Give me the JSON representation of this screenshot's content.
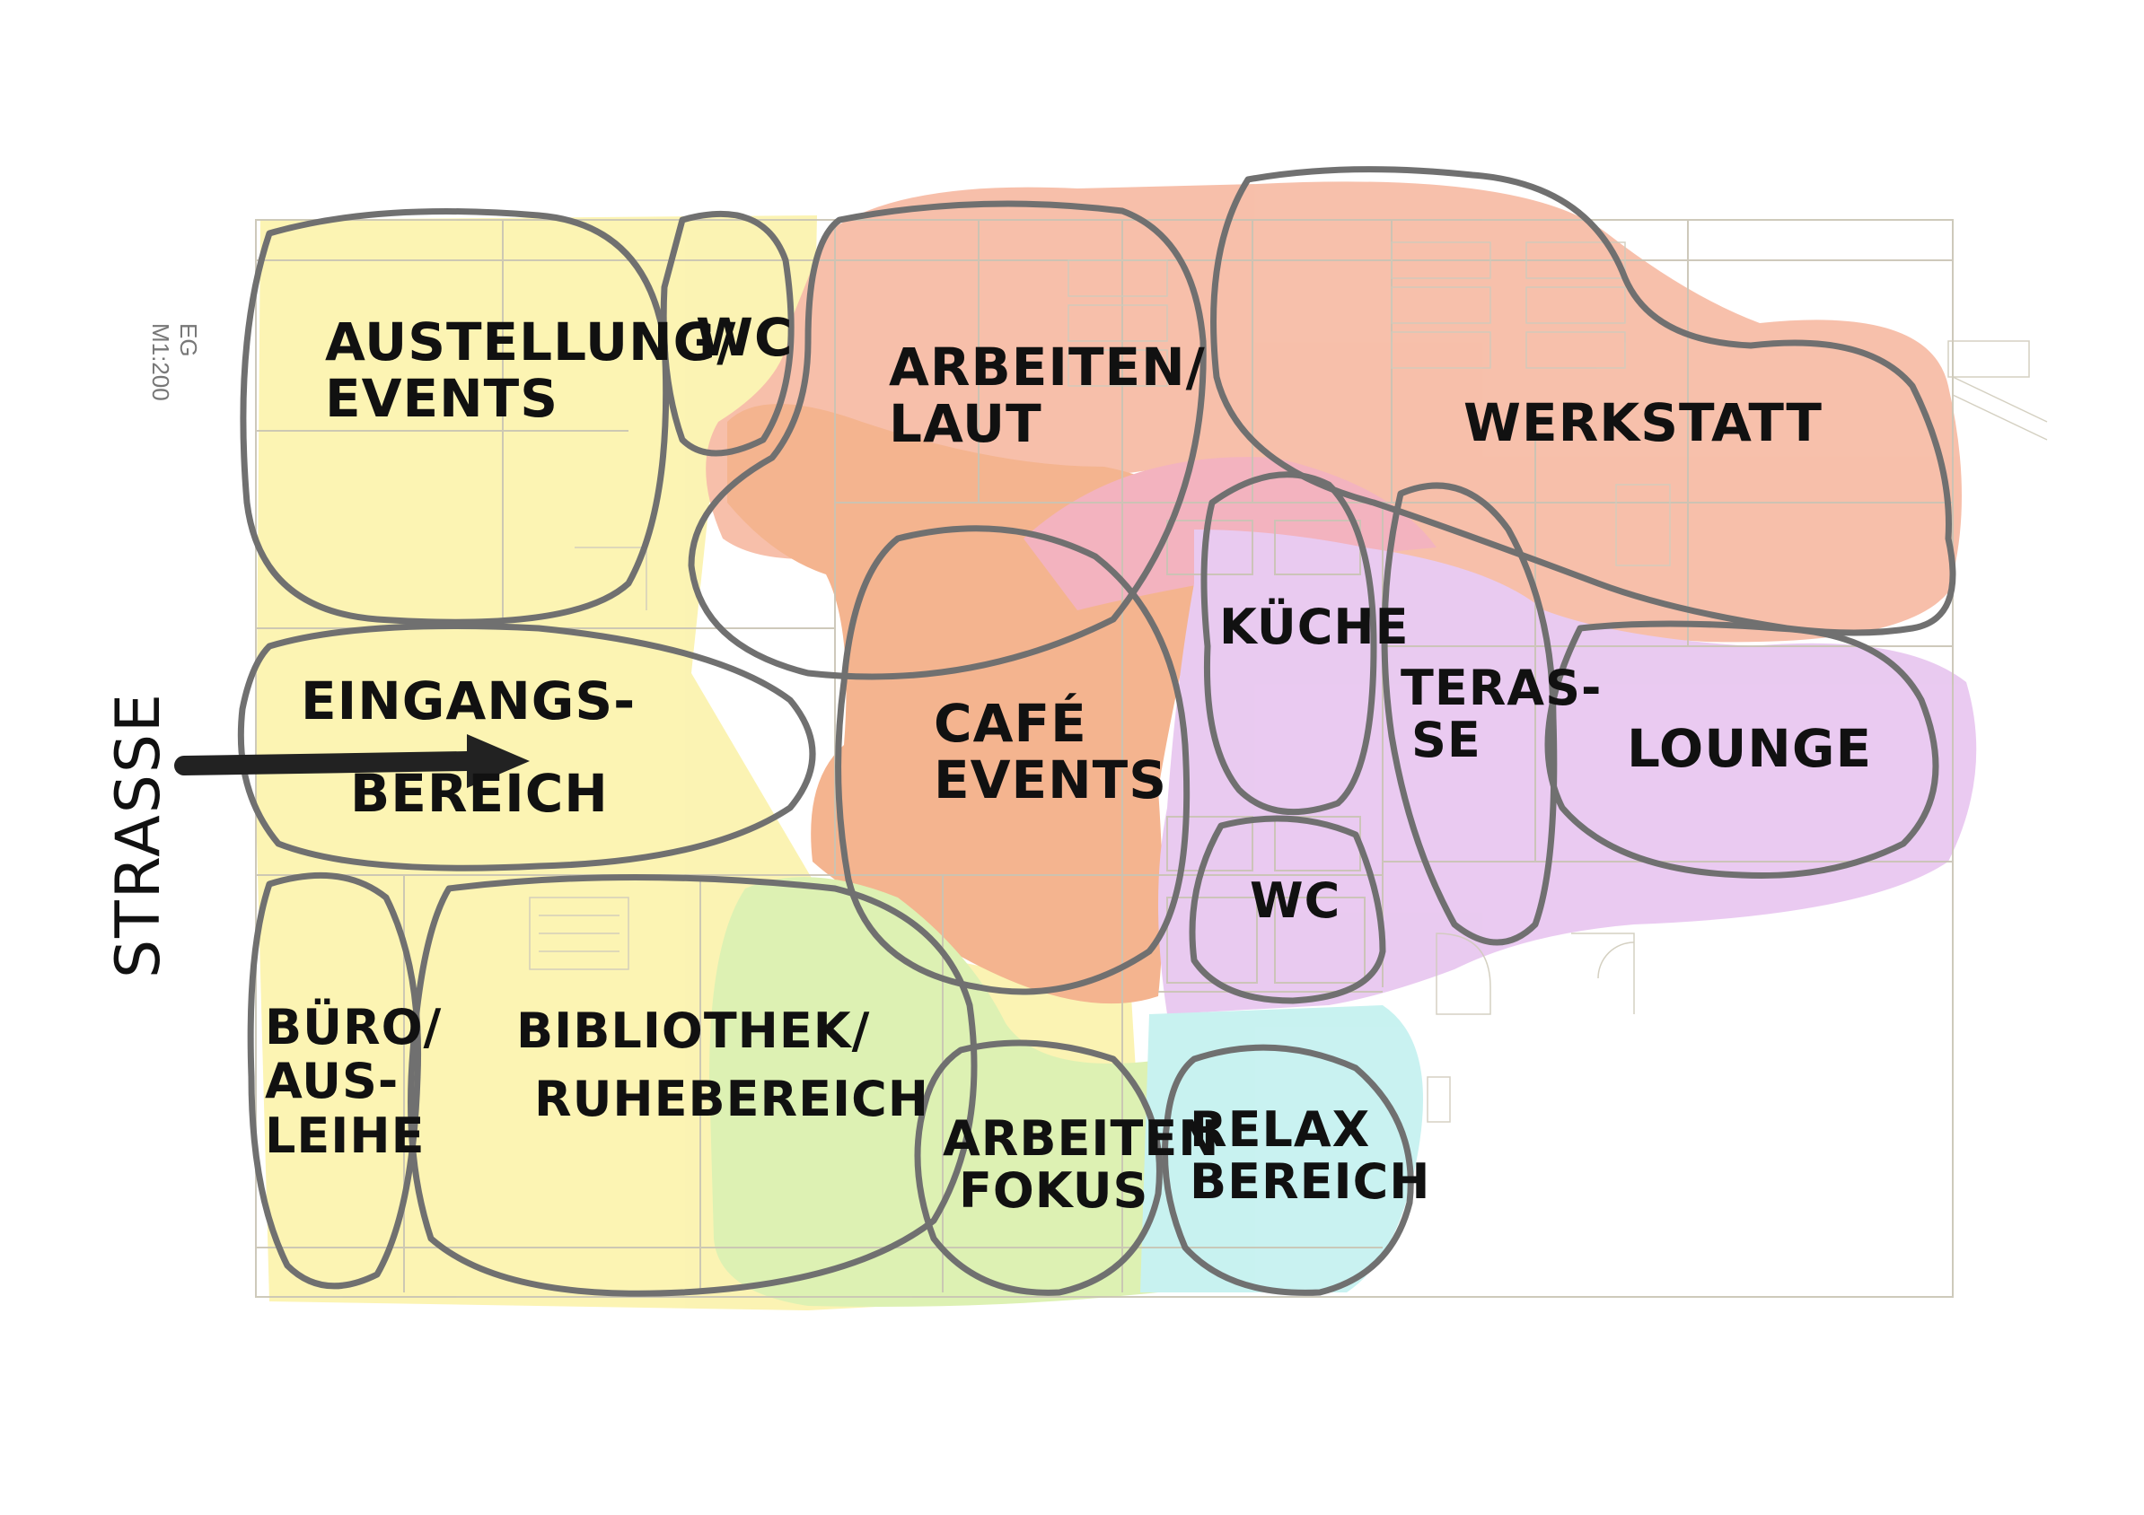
{
  "floor": {
    "level": "EG",
    "scale": "M1:200"
  },
  "street_label": "STRASSE",
  "zones": {
    "ausstellung": [
      "AUSTELLUNG/",
      "EVENTS"
    ],
    "wc_top": [
      "WC"
    ],
    "arbeiten_laut": [
      "ARBEITEN/",
      "LAUT"
    ],
    "werkstatt": [
      "WERKSTATT"
    ],
    "kueche": [
      "KÜCHE"
    ],
    "terrasse": [
      "TERAS-",
      "SE"
    ],
    "lounge": [
      "LOUNGE"
    ],
    "eingang": [
      "EINGANGS-",
      "BEREICH"
    ],
    "cafe": [
      "CAFÉ",
      "EVENTS"
    ],
    "wc_mid": [
      "WC"
    ],
    "buero": [
      "BÜRO/",
      "AUS-",
      "LEIHE"
    ],
    "bibliothek": [
      "BIBLIOTHEK/",
      "RUHEBEREICH"
    ],
    "arbeiten_fokus": [
      "ARBEITEN",
      "FOKUS"
    ],
    "relax": [
      "RELAX",
      "BEREICH"
    ]
  },
  "colors": {
    "yellow_zone": "#fbf2a6",
    "salmon_zone": "#f6b59c",
    "purple_zone": "#e6c1ee",
    "green_zone": "#d8efa6",
    "cyan_zone": "#bff0ee",
    "orange_overlap": "#f3a77c",
    "outline": "#707070",
    "ink": "#111111",
    "plan_lines": "#c9c4b4"
  }
}
